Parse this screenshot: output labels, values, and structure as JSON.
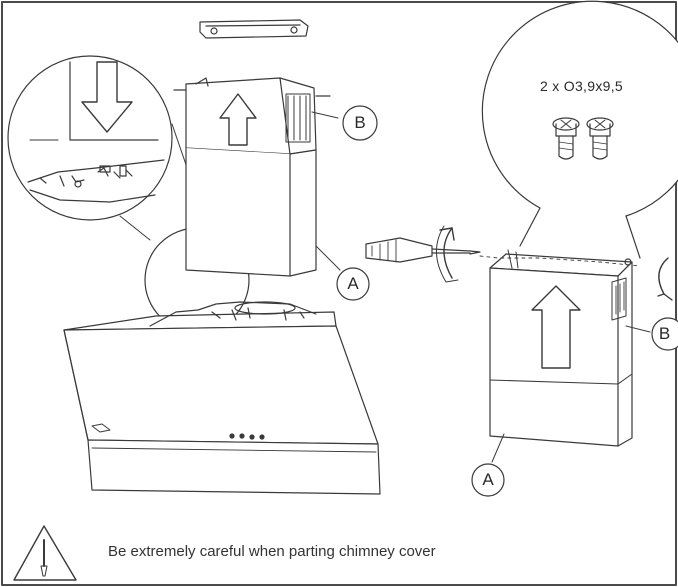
{
  "figure": {
    "screw_spec": "2 x O3,9x9,5",
    "warning_text": "Be extremely careful when parting chimney cover",
    "callouts": {
      "a_left": "A",
      "b_left": "B",
      "a_right": "A",
      "b_right": "B"
    }
  },
  "colors": {
    "line": "#3a3a3a",
    "border": "#4a4a4a",
    "background": "#ffffff"
  },
  "icons": [
    "arrow-down-icon",
    "arrow-up-icon",
    "rotate-arrow-icon",
    "screwdriver-icon",
    "screw-icon",
    "warning-triangle-icon"
  ]
}
